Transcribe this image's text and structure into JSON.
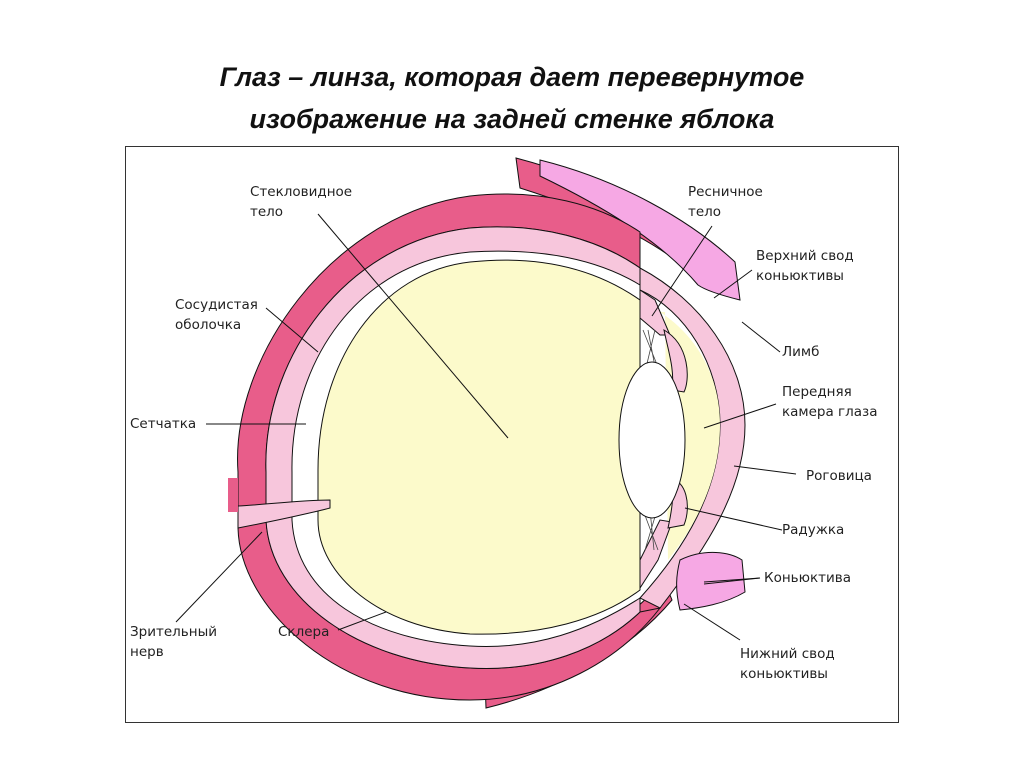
{
  "title": {
    "line1": "Глаз – линза, которая дает перевернутое",
    "line2": "изображение на задней стенке яблока"
  },
  "colors": {
    "sclera": "#e85d8a",
    "choroid": "#f7c6dc",
    "vitreous": "#fcfacb",
    "lens": "#ffffff",
    "conjunctiva": "#f6a8e4",
    "outline": "#111111"
  },
  "labels": {
    "vitreous": [
      "Стекловидное",
      "тело"
    ],
    "choroid": [
      "Сосудистая",
      "оболочка"
    ],
    "retina": [
      "Сетчатка"
    ],
    "optic_nerve": [
      "Зрительный",
      "нерв"
    ],
    "sclera": [
      "Склера"
    ],
    "ciliary_body": [
      "Ресничное",
      "тело"
    ],
    "upper_fornix": [
      "Верхний свод",
      "коньюктивы"
    ],
    "limbus": [
      "Лимб"
    ],
    "anterior_chamber": [
      "Передняя",
      "камера глаза"
    ],
    "cornea": [
      "Роговица"
    ],
    "iris": [
      "Радужка"
    ],
    "conjunctiva": [
      "Коньюктива"
    ],
    "lower_fornix": [
      "Нижний свод",
      "коньюктивы"
    ]
  }
}
